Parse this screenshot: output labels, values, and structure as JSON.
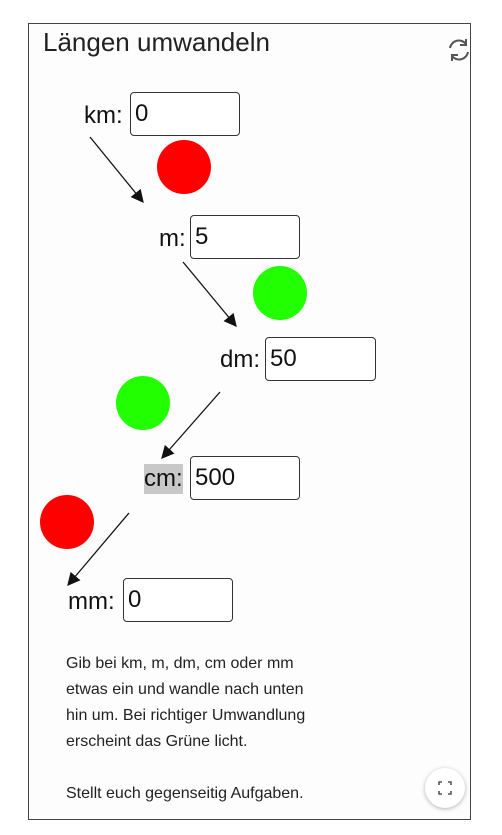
{
  "app": {
    "title": "Längen umwandeln",
    "reset_icon": "reset-icon",
    "fullscreen_icon": "fullscreen-icon"
  },
  "units": [
    {
      "label": "km:",
      "value": "0",
      "status": "wrong",
      "status_color": "#ff0000"
    },
    {
      "label": "m:",
      "value": "5",
      "status": "correct",
      "status_color": "#22ff00"
    },
    {
      "label": "dm:",
      "value": "50",
      "status": "correct",
      "status_color": "#22ff00"
    },
    {
      "label": "cm:",
      "value": "500",
      "status": "highlighted"
    },
    {
      "label": "mm:",
      "value": "0",
      "status": "wrong",
      "status_color": "#ff0000"
    }
  ],
  "instructions": {
    "line1": "Gib bei km, m, dm, cm oder mm",
    "line2": "etwas ein und wandle nach unten",
    "line3": "hin um. Bei richtiger Umwandlung",
    "line4": "erscheint das Grüne licht.",
    "line5": "Stellt euch gegenseitig Aufgaben."
  },
  "colors": {
    "correct": "#22ff00",
    "wrong": "#ff0000",
    "highlight": "#c8c8c8"
  }
}
